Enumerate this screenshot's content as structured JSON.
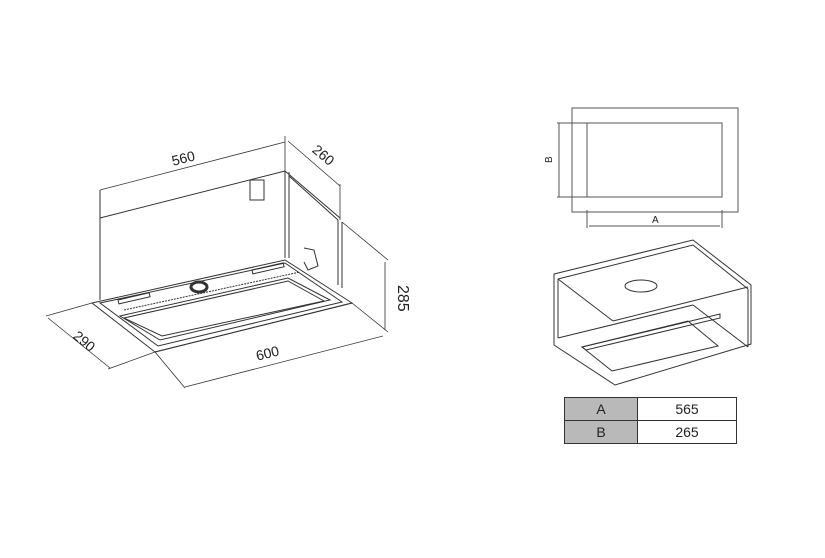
{
  "main_drawing": {
    "dimensions": {
      "width_top": "560",
      "depth_top": "260",
      "height": "285",
      "depth_bottom": "290",
      "width_bottom": "600"
    }
  },
  "cutout_drawing": {
    "label_a": "A",
    "label_b": "B"
  },
  "cutout_table": {
    "rows": [
      {
        "key": "A",
        "value": "565"
      },
      {
        "key": "B",
        "value": "265"
      }
    ],
    "key_bg_color": "#b9b9b9"
  }
}
